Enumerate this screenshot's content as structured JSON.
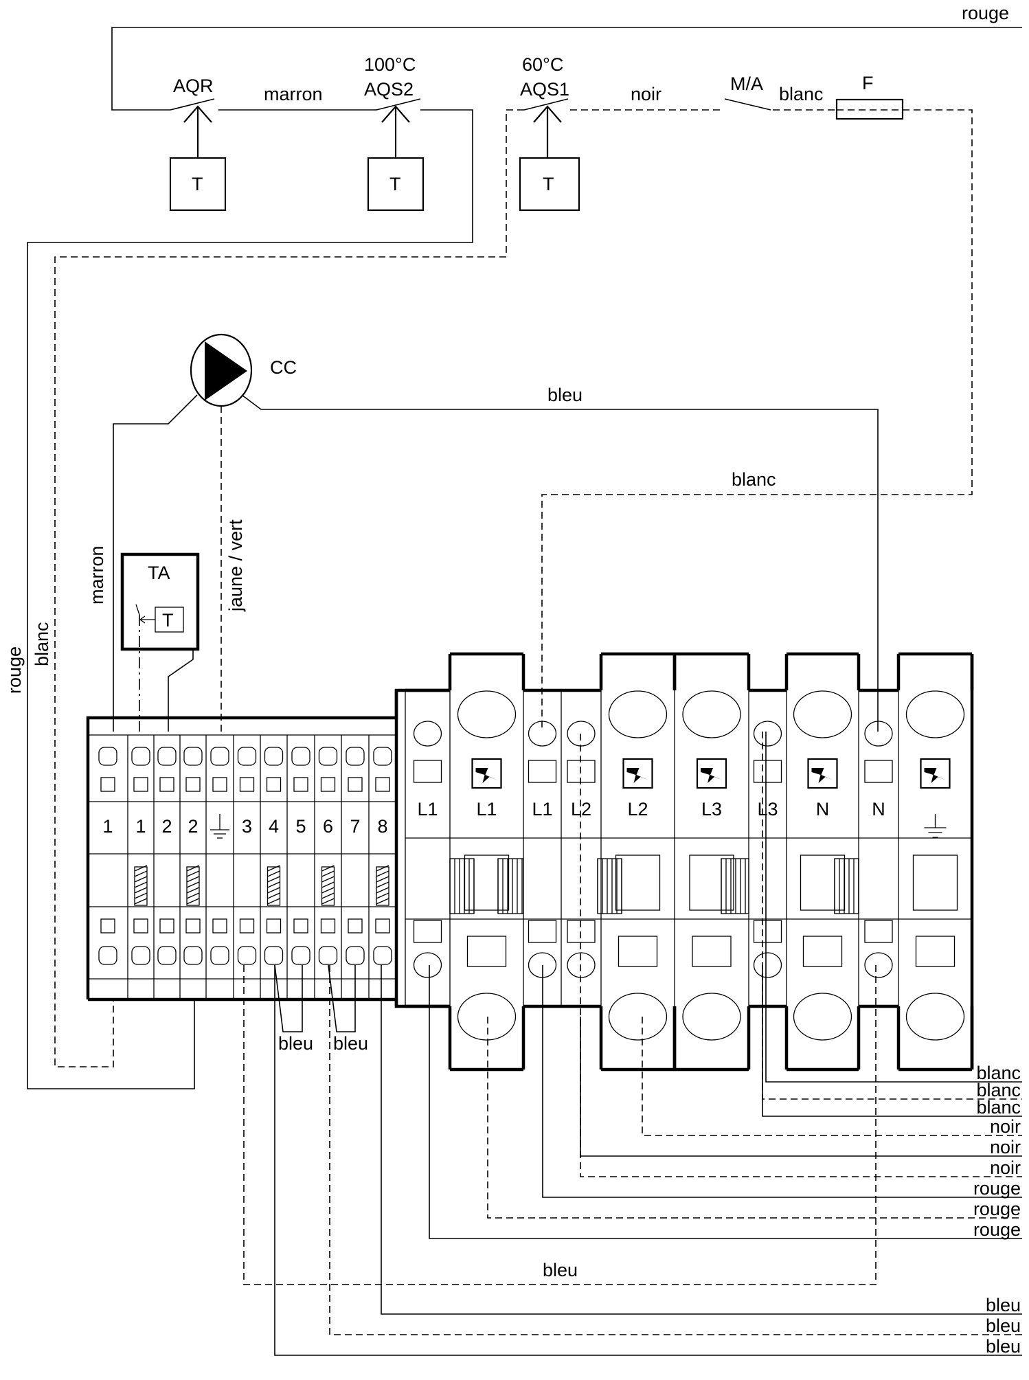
{
  "components": {
    "aqr": "AQR",
    "aqs2_temp": "100°C",
    "aqs2": "AQS2",
    "aqs1_temp": "60°C",
    "aqs1": "AQS1",
    "ma": "M/A",
    "fuse": "F",
    "sensor": "T",
    "pump": "CC",
    "ta": "TA"
  },
  "wires": {
    "top_right": "rouge",
    "aqr_aqs2": "marron",
    "aqs1_ma": "noir",
    "ma_fuse": "blanc",
    "pump_right": "bleu",
    "return_blanc": "blanc",
    "pump_left": "marron",
    "earth": "jaune / vert",
    "left_outer": "rouge",
    "left_inner": "blanc",
    "jumper_a": "bleu",
    "jumper_b": "bleu",
    "bottom_mid": "bleu"
  },
  "terminal_strip": [
    "1",
    "1",
    "2",
    "2",
    "",
    "3",
    "4",
    "5",
    "6",
    "7",
    "8"
  ],
  "breaker_labels": [
    "L1",
    "L1",
    "L1",
    "L2",
    "L2",
    "L3",
    "L3",
    "N",
    "N",
    ""
  ],
  "right_outputs": [
    "blanc",
    "blanc",
    "blanc",
    "noir",
    "noir",
    "noir",
    "rouge",
    "rouge",
    "rouge",
    "bleu",
    "bleu",
    "bleu"
  ]
}
